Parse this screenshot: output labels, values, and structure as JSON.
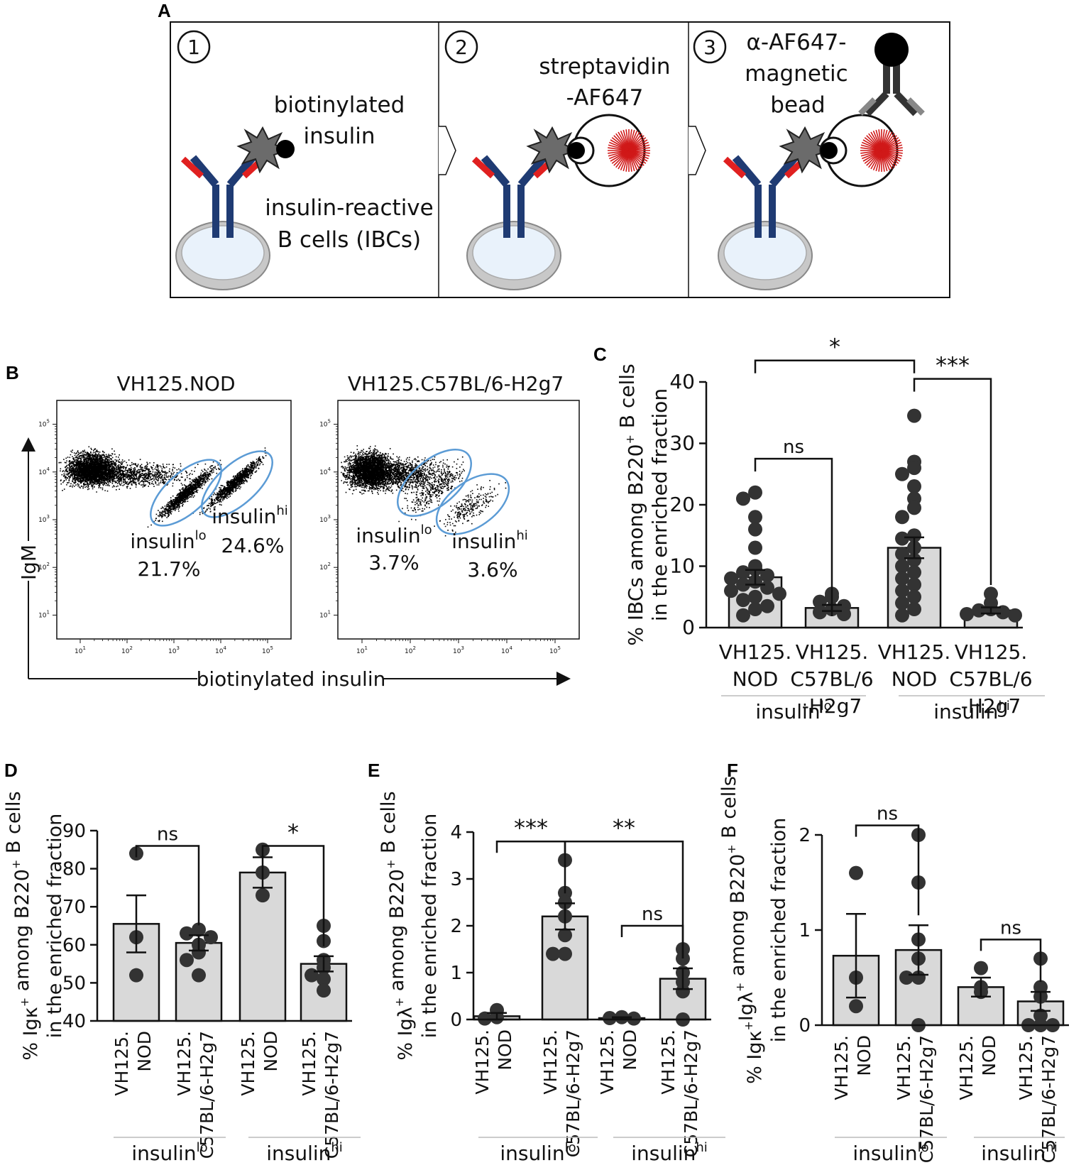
{
  "panels": {
    "A": {
      "label": "A",
      "steps": [
        "①",
        "②",
        "③"
      ],
      "step1_label": [
        "biotinylated",
        "insulin"
      ],
      "step1_cells": [
        "insulin-reactive",
        "B cells (IBCs)"
      ],
      "step2_label": [
        "streptavidin",
        "-AF647"
      ],
      "step3_label": [
        "α-AF647-",
        "magnetic",
        "bead"
      ]
    },
    "B": {
      "label": "B",
      "plots": [
        {
          "title": "VH125.NOD",
          "gates": [
            {
              "name": "insulin",
              "sup": "lo",
              "pct": "21.7%"
            },
            {
              "name": "insulin",
              "sup": "hi",
              "pct": "24.6%"
            }
          ]
        },
        {
          "title": "VH125.C57BL/6-H2g7",
          "gates": [
            {
              "name": "insulin",
              "sup": "lo",
              "pct": "3.7%"
            },
            {
              "name": "insulin",
              "sup": "hi",
              "pct": "3.6%"
            }
          ]
        }
      ],
      "ylabel": "IgM",
      "xlabel": "biotinylated insulin",
      "tick_base": "10",
      "tick_exps": [
        "1",
        "2",
        "3",
        "4",
        "5"
      ]
    },
    "C": {
      "label": "C"
    },
    "D": {
      "label": "D"
    },
    "E": {
      "label": "E"
    },
    "F": {
      "label": "F"
    }
  },
  "chart_data": [
    {
      "panel": "C",
      "type": "bar",
      "ylabel": [
        "% IBCs among  B220",
        "+",
        " B cells",
        "in the enriched fraction"
      ],
      "ylim": [
        0,
        40
      ],
      "yticks": [
        0,
        10,
        20,
        30,
        40
      ],
      "categories": [
        [
          "VH125.",
          "NOD"
        ],
        [
          "VH125.",
          "C57BL/6",
          "-H2g7"
        ],
        [
          "VH125.",
          "NOD"
        ],
        [
          "VH125.",
          "C57BL/6",
          "-H2g7"
        ]
      ],
      "groups": [
        {
          "name": "insulin",
          "sup": "lo"
        },
        {
          "name": "insulin",
          "sup": "hi"
        }
      ],
      "values": [
        8.2,
        3.2,
        13,
        2.8
      ],
      "sem": [
        1.2,
        0.5,
        1.7,
        0.5
      ],
      "points": [
        [
          22,
          21,
          18,
          16,
          13,
          10,
          9.5,
          9,
          8.5,
          8,
          7.5,
          7,
          6.5,
          6,
          5.5,
          5,
          4.5,
          3.5,
          3,
          2
        ],
        [
          5.5,
          5,
          4.2,
          3.5,
          3,
          2.5,
          2.2
        ],
        [
          34.5,
          27,
          26,
          25,
          23,
          21,
          19.5,
          18,
          15,
          14.5,
          13,
          12,
          11,
          10,
          9,
          8,
          7,
          6,
          5,
          4,
          3,
          2
        ],
        [
          5.5,
          4,
          3,
          2.8,
          2.5,
          2.2,
          2
        ]
      ],
      "comparisons": [
        {
          "from": 0,
          "to": 2,
          "y": 43.5,
          "label": "*"
        },
        {
          "from": 0,
          "to": 1,
          "y": 27.5,
          "label": "ns"
        },
        {
          "from": 2,
          "to": 3,
          "y": 40.5,
          "label": "***"
        }
      ]
    },
    {
      "panel": "D",
      "type": "bar",
      "ylabel": [
        "% Igκ",
        "+",
        " among B220",
        "+",
        " B cells",
        "in the enriched fraction"
      ],
      "ylim": [
        40,
        90
      ],
      "yticks": [
        40,
        50,
        60,
        70,
        80,
        90
      ],
      "categories": [
        [
          "VH125.",
          "NOD"
        ],
        [
          "VH125.",
          "C57BL/6-H2g7"
        ],
        [
          "VH125.",
          "NOD"
        ],
        [
          "VH125.",
          "C57BL/6-H2g7"
        ]
      ],
      "groups": [
        {
          "name": "insulin",
          "sup": "lo"
        },
        {
          "name": "insulin",
          "sup": "hi"
        }
      ],
      "values": [
        65.5,
        60.5,
        79,
        55
      ],
      "sem": [
        7.5,
        2,
        4,
        2
      ],
      "points": [
        [
          84,
          62,
          52
        ],
        [
          64,
          63,
          62,
          60,
          58,
          56,
          52
        ],
        [
          85,
          79,
          73
        ],
        [
          65,
          61,
          56,
          54,
          52,
          51,
          48
        ]
      ],
      "comparisons": [
        {
          "from": 0,
          "to": 1,
          "y": 86,
          "label": "ns"
        },
        {
          "from": 2,
          "to": 3,
          "y": 86,
          "label": "*"
        }
      ]
    },
    {
      "panel": "E",
      "type": "bar",
      "ylabel": [
        "% Igλ",
        "+",
        " among B220",
        "+",
        " B cells",
        "in the enriched fraction"
      ],
      "ylim": [
        0,
        4
      ],
      "yticks": [
        0,
        1,
        2,
        3,
        4
      ],
      "categories": [
        [
          "VH125.",
          "NOD"
        ],
        [
          "VH125.",
          "C57BL/6-H2g7"
        ],
        [
          "VH125.",
          "NOD"
        ],
        [
          "VH125.",
          "C57BL/6-H2g7"
        ]
      ],
      "groups": [
        {
          "name": "insulin",
          "sup": "lo"
        },
        {
          "name": "insulin",
          "sup": "hi"
        }
      ],
      "values": [
        0.07,
        2.2,
        0.03,
        0.87
      ],
      "sem": [
        0.07,
        0.28,
        0.02,
        0.22
      ],
      "points": [
        [
          0.2,
          0.05,
          0.02
        ],
        [
          3.4,
          2.7,
          2.5,
          2.2,
          1.8,
          1.4,
          1.4
        ],
        [
          0.05,
          0.03,
          0.02
        ],
        [
          1.5,
          1.3,
          1.0,
          0.8,
          0.6,
          0.0
        ]
      ],
      "comparisons": [
        {
          "from": 0,
          "to": 1,
          "y": 3.8,
          "label": "***"
        },
        {
          "from": 1,
          "to": 3,
          "y": 3.8,
          "label": "**"
        },
        {
          "from": 2,
          "to": 3,
          "y": 2.0,
          "label": "ns"
        }
      ]
    },
    {
      "panel": "F",
      "type": "bar",
      "ylabel": [
        "% Igκ",
        "+",
        "Igλ",
        "+",
        " among B220",
        "+",
        " B cells",
        "in the enriched fraction"
      ],
      "ylim": [
        0,
        2
      ],
      "yticks": [
        0,
        1,
        2
      ],
      "categories": [
        [
          "VH125.",
          "NOD"
        ],
        [
          "VH125.",
          "C57BL/6-H2g7"
        ],
        [
          "VH125.",
          "NOD"
        ],
        [
          "VH125.",
          "C57BL/6-H2g7"
        ]
      ],
      "groups": [
        {
          "name": "insulin",
          "sup": "lo"
        },
        {
          "name": "insulin",
          "sup": "hi"
        }
      ],
      "values": [
        0.73,
        0.79,
        0.4,
        0.25
      ],
      "sem": [
        0.44,
        0.26,
        0.1,
        0.1
      ],
      "points": [
        [
          1.6,
          0.5,
          0.2
        ],
        [
          2.0,
          1.5,
          0.9,
          0.7,
          0.5,
          0.5,
          0.0
        ],
        [
          0.6,
          0.4,
          0.35
        ],
        [
          0.7,
          0.4,
          0.3,
          0.1,
          0.0,
          0.0,
          0.0
        ]
      ],
      "comparisons": [
        {
          "from": 0,
          "to": 1,
          "y": 2.1,
          "label": "ns"
        },
        {
          "from": 2,
          "to": 3,
          "y": 0.9,
          "label": "ns"
        }
      ]
    }
  ]
}
